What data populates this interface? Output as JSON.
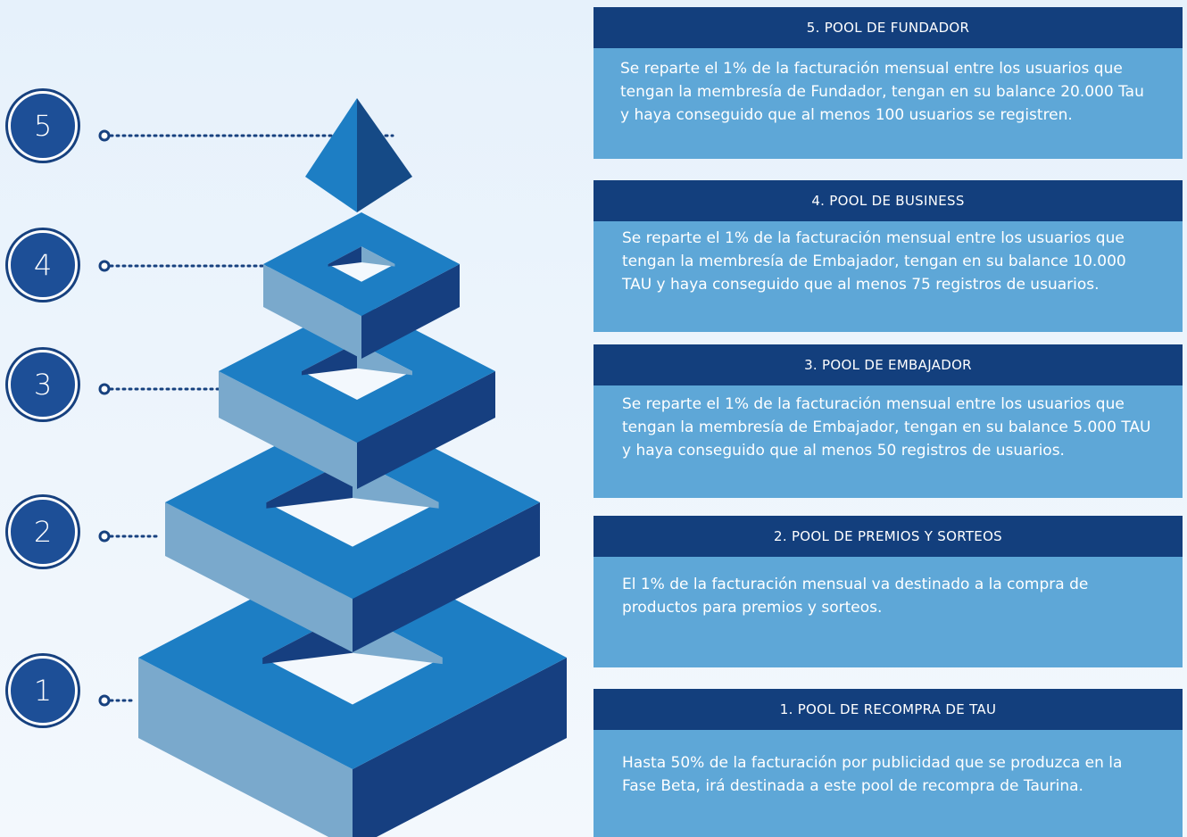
{
  "levels": [
    {
      "number": "5",
      "title": "5. POOL DE FUNDADOR",
      "text": "Se reparte el 1% de la facturación mensual entre los usuarios que tengan la membresía de Fundador, tengan en su balance 20.000 Tau y haya conseguido que al menos 100 usuarios se registren."
    },
    {
      "number": "4",
      "title": "4. POOL DE BUSINESS",
      "text": "Se reparte el 1% de la facturación mensual entre los usuarios que tengan la membresía de Embajador, tengan en su balance 10.000 TAU y haya conseguido que al menos 75 registros de usuarios."
    },
    {
      "number": "3",
      "title": "3. POOL DE EMBAJADOR",
      "text": "Se reparte el 1% de la facturación mensual entre los usuarios que tengan la membresía de Embajador, tengan en su balance 5.000 TAU y haya conseguido que al menos 50 registros de usuarios."
    },
    {
      "number": "2",
      "title": "2. POOL DE PREMIOS Y SORTEOS",
      "text": "El 1% de la facturación mensual va destinado a la compra de productos para premios y sorteos."
    },
    {
      "number": "1",
      "title": "1. POOL DE RECOMPRA DE TAU",
      "text": "Hasta 50% de la facturación por publicidad que se produzca en la Fase Beta, irá destinada a este pool de recompra de Taurina."
    }
  ],
  "colors": {
    "top_face": "#1d7ec4",
    "left_face": "#7aa9cc",
    "right_face": "#163f80",
    "inner_dark": "#163f80",
    "inner_light": "#7aa9cc",
    "header_bg": "#133f7d",
    "body_bg": "#5ea7d7"
  }
}
